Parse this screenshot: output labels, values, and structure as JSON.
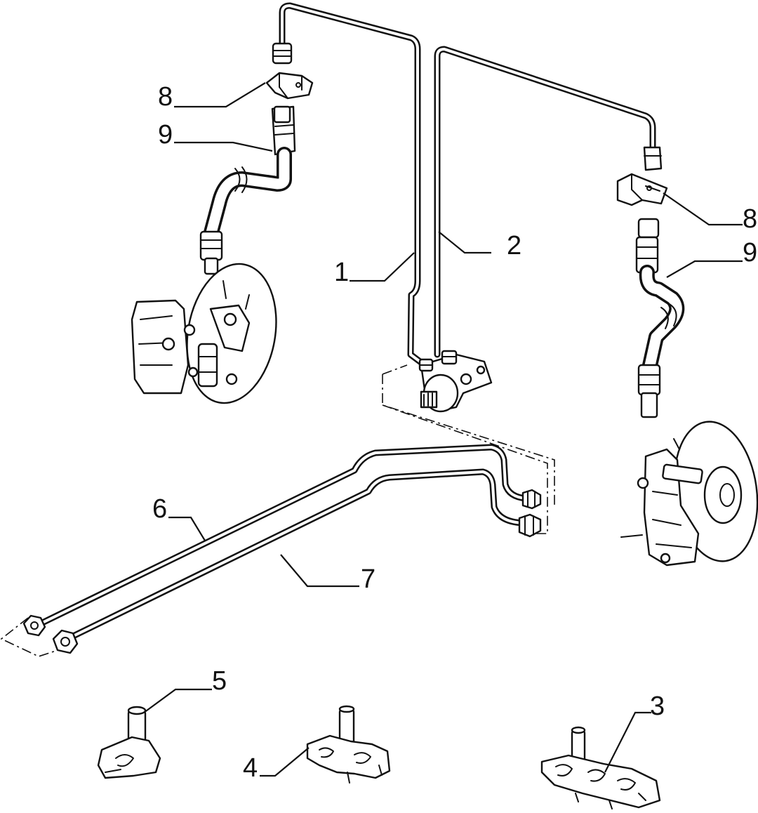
{
  "callouts": [
    {
      "id": "c1",
      "number": "1"
    },
    {
      "id": "c2",
      "number": "2"
    },
    {
      "id": "c3",
      "number": "3"
    },
    {
      "id": "c4",
      "number": "4"
    },
    {
      "id": "c5",
      "number": "5"
    },
    {
      "id": "c6",
      "number": "6"
    },
    {
      "id": "c7",
      "number": "7"
    },
    {
      "id": "c8a",
      "number": "8"
    },
    {
      "id": "c8b",
      "number": "8"
    },
    {
      "id": "c9a",
      "number": "9"
    },
    {
      "id": "c9b",
      "number": "9"
    }
  ],
  "colors": {
    "line": "#111111",
    "background": "#ffffff"
  }
}
